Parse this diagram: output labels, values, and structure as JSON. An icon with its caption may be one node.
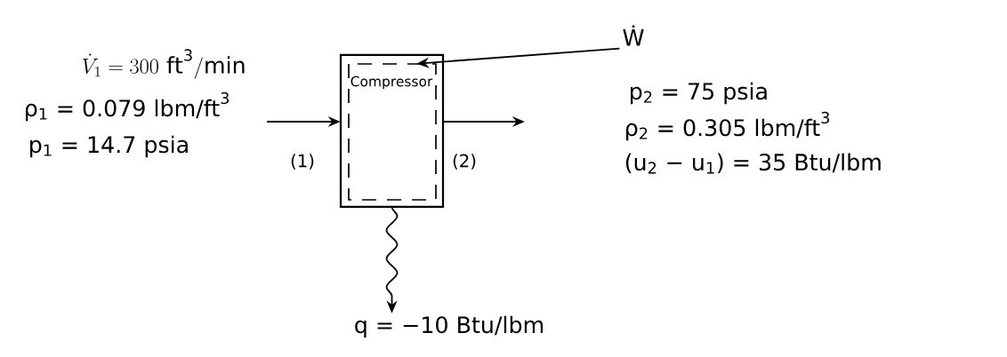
{
  "diagram": {
    "nodes": [
      {
        "text": [
          "Compressor"
        ]
      },
      {
        "text": [
          "Ẇ"
        ]
      },
      {
        "text": [
          "q = −10 Btu/lbm"
        ]
      }
    ],
    "edges": [
      {
        "from": null,
        "to": 0,
        "arrow": "to",
        "label": "(1)"
      },
      {
        "from": 0,
        "to": null,
        "arrow": "to",
        "label": "(2)"
      },
      {
        "from": 1,
        "to": 0,
        "arrow": "to"
      },
      {
        "from": 0,
        "to": 2,
        "arrow": "to"
      }
    ],
    "labels": [
      "\\dot{V}_{1} = 300\\ \\mathrm{ft^{3}/min}",
      "ρ$_{1}$ = 0.079 lbm/ft$^{3}$",
      "p$_{1}$ = 14.7 psia",
      "p$_{2}$ = 75 psia",
      "ρ$_{2}$ = 0.305 lbm/ft$^{3}$",
      "(u$_{2}$ − u$_{1}$) = 35 Btu/lbm"
    ]
  }
}
